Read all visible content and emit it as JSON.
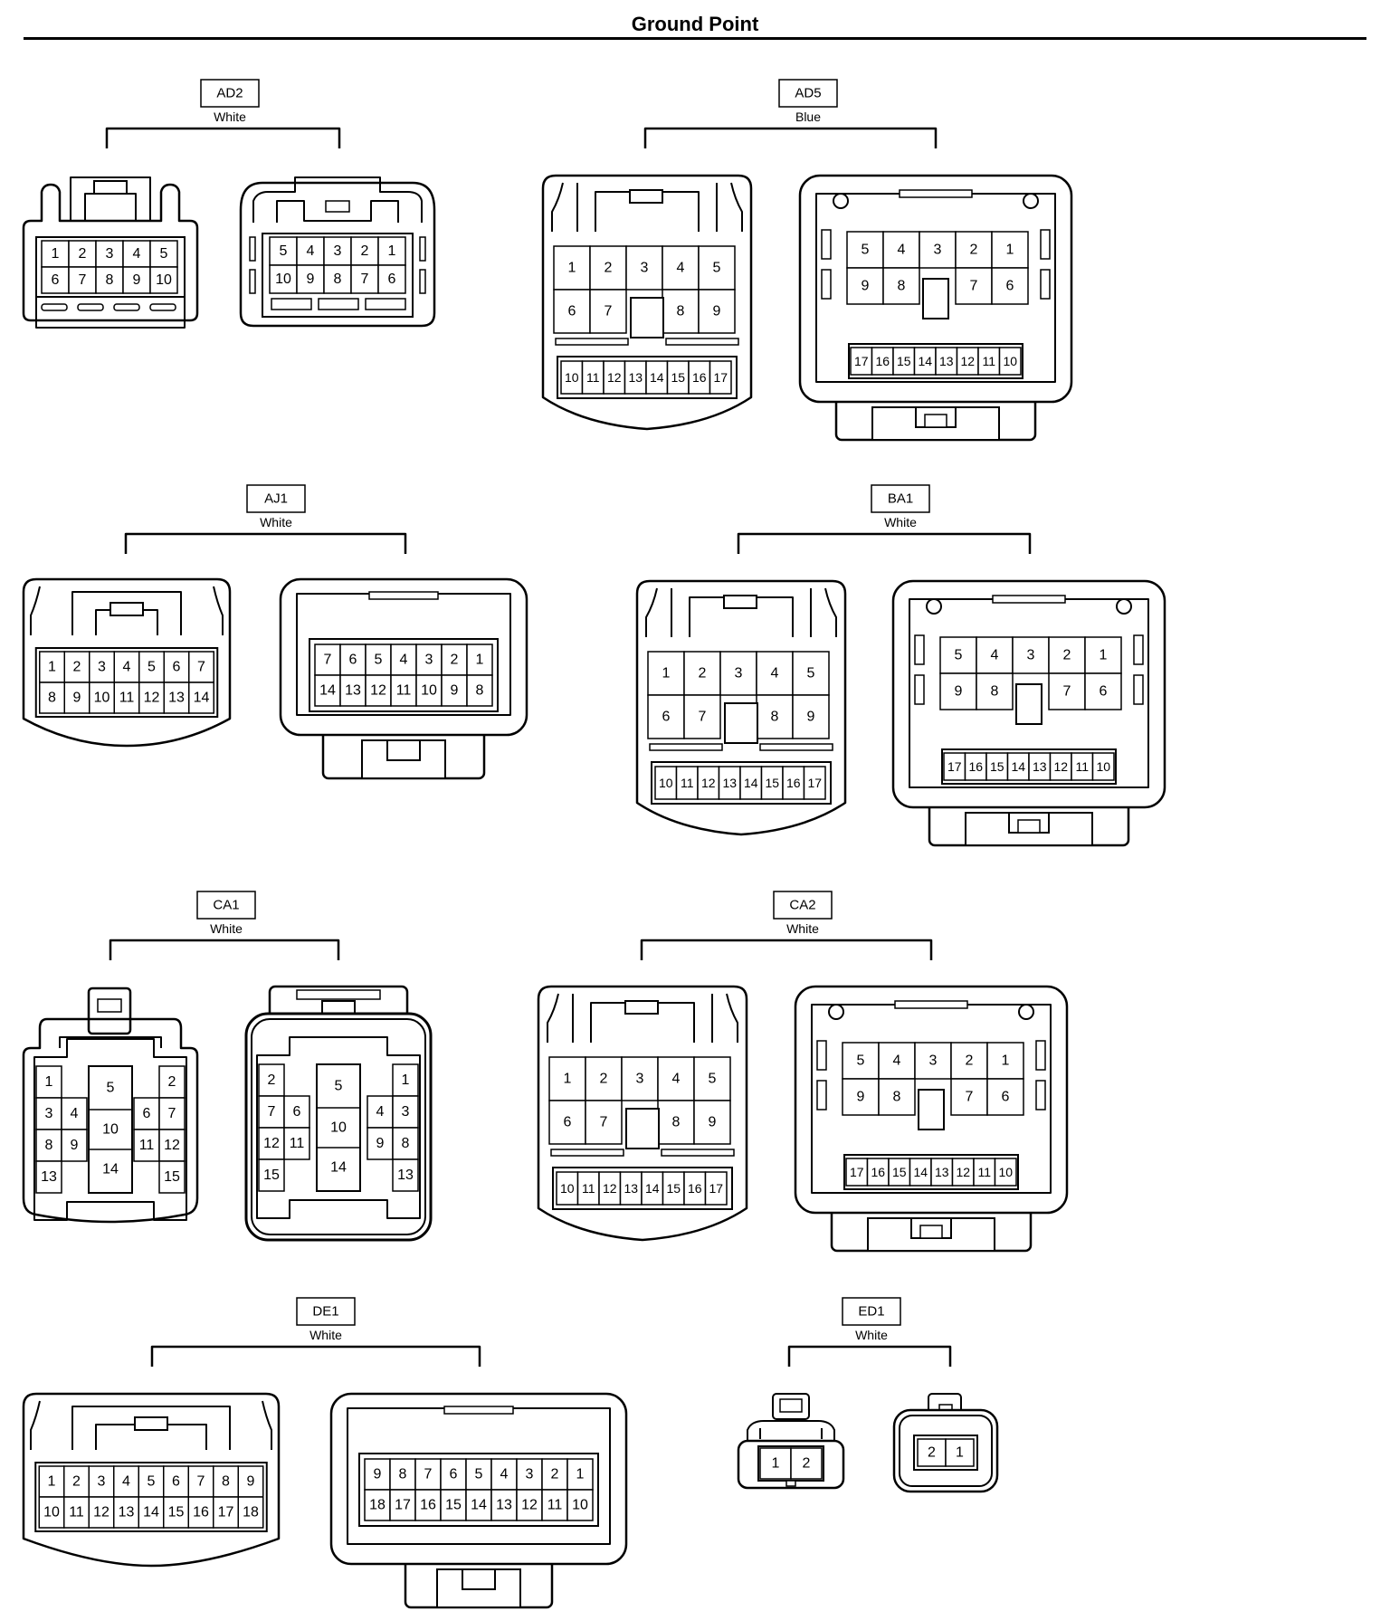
{
  "page": {
    "title": "Ground Point"
  },
  "connectors": [
    {
      "id": "AD2",
      "code": "AD2",
      "color": "White",
      "views": [
        {
          "style": "plug",
          "rows": [
            [
              "1",
              "2",
              "3",
              "4",
              "5"
            ],
            [
              "6",
              "7",
              "8",
              "9",
              "10"
            ]
          ]
        },
        {
          "style": "jack",
          "rows": [
            [
              "5",
              "4",
              "3",
              "2",
              "1"
            ],
            [
              "10",
              "9",
              "8",
              "7",
              "6"
            ]
          ]
        }
      ]
    },
    {
      "id": "AD5",
      "code": "AD5",
      "color": "Blue",
      "views": [
        {
          "style": "plug17",
          "rows": [
            [
              "1",
              "2",
              "3",
              "4",
              "5"
            ],
            [
              "6",
              "7",
              "",
              "8",
              "9"
            ],
            [
              "10",
              "11",
              "12",
              "13",
              "14",
              "15",
              "16",
              "17"
            ]
          ]
        },
        {
          "style": "jack17",
          "rows": [
            [
              "5",
              "4",
              "3",
              "2",
              "1"
            ],
            [
              "9",
              "8",
              "",
              "7",
              "6"
            ],
            [
              "17",
              "16",
              "15",
              "14",
              "13",
              "12",
              "11",
              "10"
            ]
          ]
        }
      ]
    },
    {
      "id": "AJ1",
      "code": "AJ1",
      "color": "White",
      "views": [
        {
          "style": "plugwide",
          "rows": [
            [
              "1",
              "2",
              "3",
              "4",
              "5",
              "6",
              "7"
            ],
            [
              "8",
              "9",
              "10",
              "11",
              "12",
              "13",
              "14"
            ]
          ]
        },
        {
          "style": "jackwide",
          "rows": [
            [
              "7",
              "6",
              "5",
              "4",
              "3",
              "2",
              "1"
            ],
            [
              "14",
              "13",
              "12",
              "11",
              "10",
              "9",
              "8"
            ]
          ]
        }
      ]
    },
    {
      "id": "BA1",
      "code": "BA1",
      "color": "White",
      "views": [
        {
          "style": "plug17",
          "rows": [
            [
              "1",
              "2",
              "3",
              "4",
              "5"
            ],
            [
              "6",
              "7",
              "",
              "8",
              "9"
            ],
            [
              "10",
              "11",
              "12",
              "13",
              "14",
              "15",
              "16",
              "17"
            ]
          ]
        },
        {
          "style": "jack17",
          "rows": [
            [
              "5",
              "4",
              "3",
              "2",
              "1"
            ],
            [
              "9",
              "8",
              "",
              "7",
              "6"
            ],
            [
              "17",
              "16",
              "15",
              "14",
              "13",
              "12",
              "11",
              "10"
            ]
          ]
        }
      ]
    },
    {
      "id": "CA1",
      "code": "CA1",
      "color": "White",
      "views": [
        {
          "style": "ca1plug",
          "left": [
            [
              "1",
              ""
            ],
            [
              "3",
              "4"
            ],
            [
              "8",
              "9"
            ],
            [
              "13",
              ""
            ]
          ],
          "center": [
            "5",
            "10",
            "14"
          ],
          "right": [
            [
              "",
              "2"
            ],
            [
              "6",
              "7"
            ],
            [
              "11",
              "12"
            ],
            [
              "",
              "15"
            ]
          ]
        },
        {
          "style": "ca1jack",
          "left": [
            [
              "2",
              ""
            ],
            [
              "7",
              "6"
            ],
            [
              "12",
              "11"
            ],
            [
              "15",
              ""
            ]
          ],
          "center": [
            "5",
            "10",
            "14"
          ],
          "right": [
            [
              "",
              "1"
            ],
            [
              "4",
              "3"
            ],
            [
              "9",
              "8"
            ],
            [
              "",
              "13"
            ]
          ]
        }
      ]
    },
    {
      "id": "CA2",
      "code": "CA2",
      "color": "White",
      "views": [
        {
          "style": "plug17",
          "rows": [
            [
              "1",
              "2",
              "3",
              "4",
              "5"
            ],
            [
              "6",
              "7",
              "",
              "8",
              "9"
            ],
            [
              "10",
              "11",
              "12",
              "13",
              "14",
              "15",
              "16",
              "17"
            ]
          ]
        },
        {
          "style": "jack17",
          "rows": [
            [
              "5",
              "4",
              "3",
              "2",
              "1"
            ],
            [
              "9",
              "8",
              "",
              "7",
              "6"
            ],
            [
              "17",
              "16",
              "15",
              "14",
              "13",
              "12",
              "11",
              "10"
            ]
          ]
        }
      ]
    },
    {
      "id": "DE1",
      "code": "DE1",
      "color": "White",
      "views": [
        {
          "style": "plugwide",
          "rows": [
            [
              "1",
              "2",
              "3",
              "4",
              "5",
              "6",
              "7",
              "8",
              "9"
            ],
            [
              "10",
              "11",
              "12",
              "13",
              "14",
              "15",
              "16",
              "17",
              "18"
            ]
          ]
        },
        {
          "style": "jackwide",
          "rows": [
            [
              "9",
              "8",
              "7",
              "6",
              "5",
              "4",
              "3",
              "2",
              "1"
            ],
            [
              "18",
              "17",
              "16",
              "15",
              "14",
              "13",
              "12",
              "11",
              "10"
            ]
          ]
        }
      ]
    },
    {
      "id": "ED1",
      "code": "ED1",
      "color": "White",
      "views": [
        {
          "style": "small",
          "rows": [
            [
              "1",
              "2"
            ]
          ]
        },
        {
          "style": "small",
          "rows": [
            [
              "2",
              "1"
            ]
          ]
        }
      ]
    }
  ]
}
